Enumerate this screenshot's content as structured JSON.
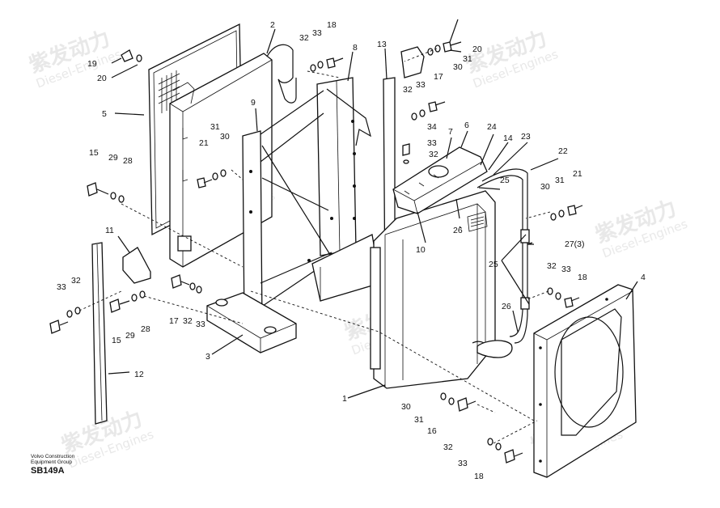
{
  "callouts": {
    "c1": "1",
    "c2": "2",
    "c3": "3",
    "c4": "4",
    "c5": "5",
    "c6": "6",
    "c7": "7",
    "c8": "8",
    "c9": "9",
    "c10": "10",
    "c11": "11",
    "c12": "12",
    "c13": "13",
    "c14": "14",
    "c15a": "15",
    "c15b": "15",
    "c16": "16",
    "c17a": "17",
    "c17b": "17",
    "c18a": "18",
    "c18b": "18",
    "c18c": "18",
    "c19": "19",
    "c20a": "20",
    "c20b": "20",
    "c21a": "21",
    "c21b": "21",
    "c22": "22",
    "c23": "23",
    "c24": "24",
    "c25a": "25",
    "c25b": "25",
    "c26a": "26",
    "c26b": "26",
    "c27": "27(3)",
    "c28a": "28",
    "c28b": "28",
    "c29a": "29",
    "c29b": "29",
    "c30a": "30",
    "c30b": "30",
    "c30c": "30",
    "c30d": "30",
    "c31a": "31",
    "c31b": "31",
    "c31c": "31",
    "c31d": "31",
    "c32a": "32",
    "c32b": "32",
    "c32c": "32",
    "c32d": "32",
    "c32e": "32",
    "c32f": "32",
    "c32g": "32",
    "c33a": "33",
    "c33b": "33",
    "c33c": "33",
    "c33d": "33",
    "c33e": "33",
    "c33f": "33",
    "c34": "34"
  },
  "footer": {
    "company_line1": "Volvo Construction",
    "company_line2": "Equipment Group",
    "drawing_code": "SB149A"
  },
  "watermark": {
    "brand_cn": "紫发动力",
    "brand_en": "Diesel-Engines"
  }
}
